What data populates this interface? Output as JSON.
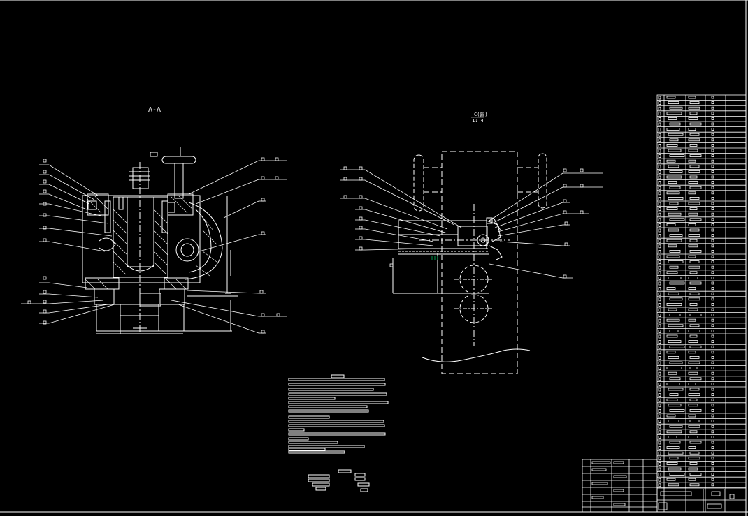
{
  "drawing": {
    "section_title": "A-A",
    "detail_title": "C(圆)",
    "detail_scale": "1: 4",
    "colors": {
      "background": "#000000",
      "line": "#ffffff",
      "accent": "#00c060"
    }
  }
}
